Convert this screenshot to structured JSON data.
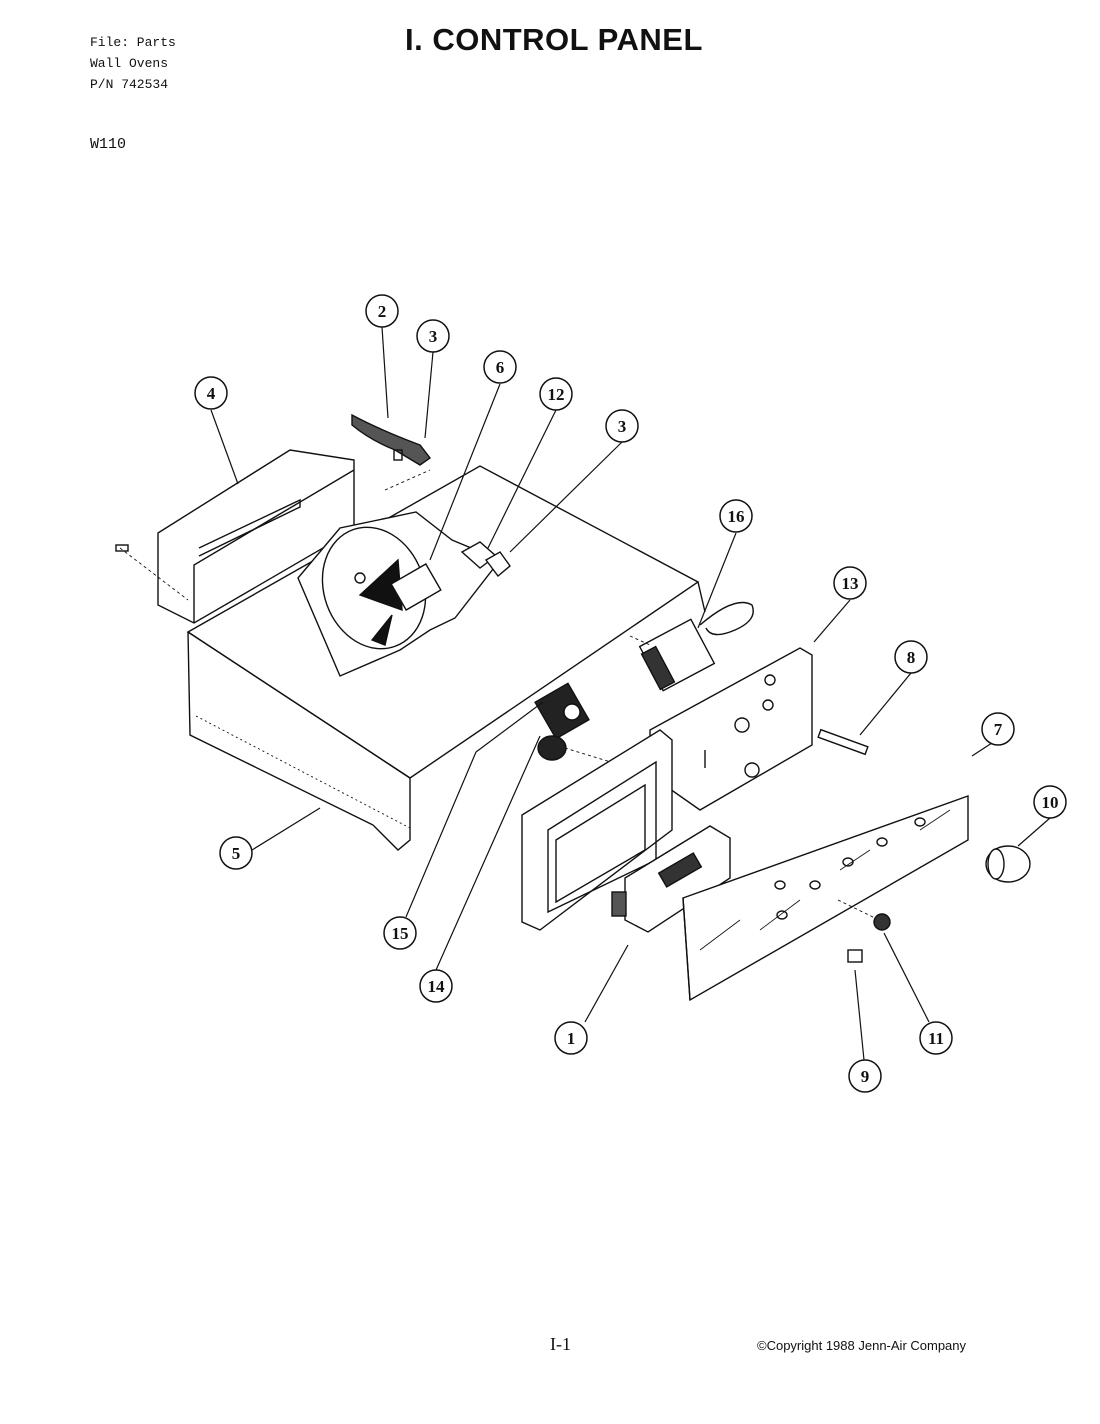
{
  "header": {
    "file_lines": [
      "File: Parts",
      "Wall Ovens",
      "P/N 742534"
    ],
    "model": "W110",
    "title": "I. CONTROL PANEL"
  },
  "footer": {
    "page_number": "I-1",
    "copyright": "©Copyright 1988 Jenn-Air Company"
  },
  "callouts": [
    "2",
    "3",
    "4",
    "6",
    "12",
    "3",
    "16",
    "13",
    "8",
    "7",
    "10",
    "5",
    "15",
    "14",
    "1",
    "11",
    "9"
  ]
}
